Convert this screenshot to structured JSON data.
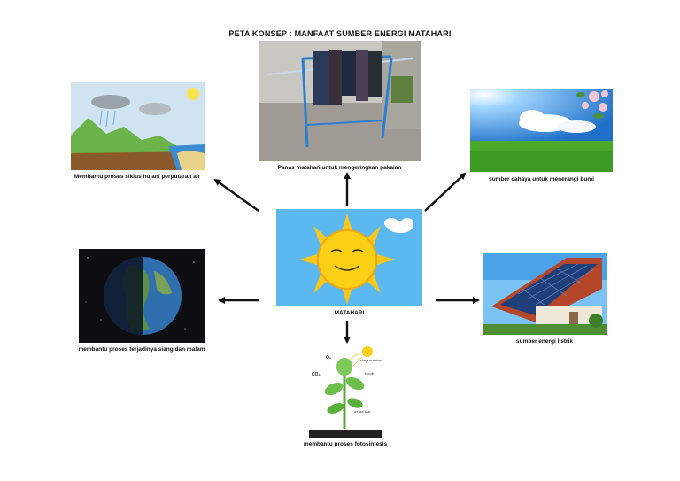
{
  "title": "PETA KONSEP : MANFAAT SUMBER ENERGI MATAHARI",
  "center": {
    "label": "MATAHARI"
  },
  "nodes": {
    "rain_cycle": {
      "caption": "Membantu proses siklus hujan/ perputaran air"
    },
    "drying": {
      "caption": "Panas matahari untuk mengeringkan pakaian"
    },
    "light": {
      "caption": "sumber cahaya untuk menerangi bumi"
    },
    "day_night": {
      "caption": "membantu proses terjadinya siang dan malam"
    },
    "electricity": {
      "caption": "sumber energi listrik"
    },
    "photosynthesis": {
      "caption": "membantu proses fotosintesis",
      "labels": {
        "o2": "O₂",
        "co2": "CO₂",
        "water": "air dari akar",
        "glucose": "klorofil",
        "sun": "cahaya matahari"
      }
    }
  },
  "colors": {
    "arrow": "#111111",
    "sky": "#5bb8f0",
    "sun": "#fbd014"
  }
}
